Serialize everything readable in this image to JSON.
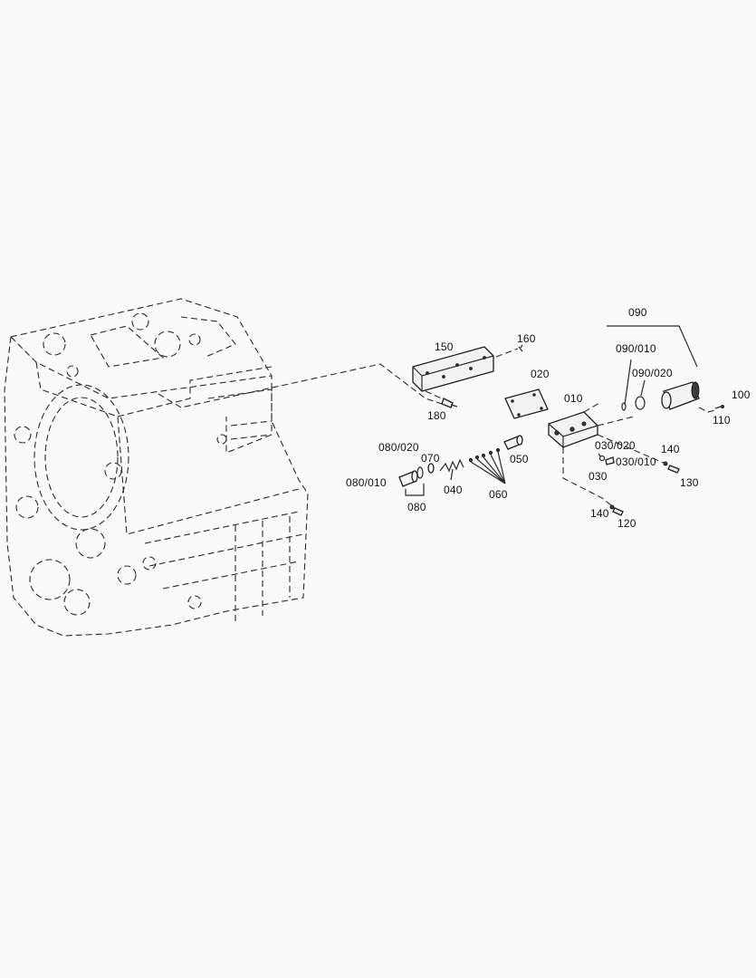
{
  "callouts": {
    "c150": "150",
    "c160": "160",
    "c180": "180",
    "c020": "020",
    "c010": "010",
    "c090": "090",
    "c090_010": "090/010",
    "c090_020": "090/020",
    "c100": "100",
    "c110": "110",
    "c080_020": "080/020",
    "c070": "070",
    "c080_010": "080/010",
    "c080": "080",
    "c040": "040",
    "c050": "050",
    "c060": "060",
    "c030_020": "030/020",
    "c030_010": "030/010",
    "c030": "030",
    "c140a": "140",
    "c130": "130",
    "c140b": "140",
    "c120": "120"
  }
}
